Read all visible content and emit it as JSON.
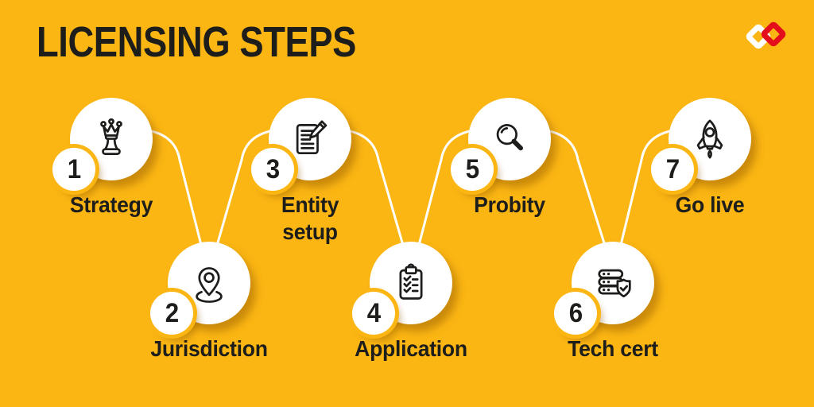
{
  "title": "LICENSING STEPS",
  "colors": {
    "background": "#FBB613",
    "text": "#1D1D1B",
    "circle": "#FFFFFF",
    "connector": "#FFFFFF",
    "logo_white": "#FFFFFF",
    "logo_red": "#E30D1C"
  },
  "brand": {
    "logo": "interlocking-links-logo"
  },
  "steps": [
    {
      "number": "1",
      "label": "Strategy",
      "icon": "chess-piece-icon"
    },
    {
      "number": "2",
      "label": "Jurisdiction",
      "icon": "location-pin-icon"
    },
    {
      "number": "3",
      "label": "Entity setup",
      "icon": "document-pencil-icon"
    },
    {
      "number": "4",
      "label": "Application",
      "icon": "clipboard-checklist-icon"
    },
    {
      "number": "5",
      "label": "Probity",
      "icon": "magnifying-glass-icon"
    },
    {
      "number": "6",
      "label": "Tech cert",
      "icon": "server-shield-icon"
    },
    {
      "number": "7",
      "label": "Go live",
      "icon": "rocket-icon"
    }
  ]
}
